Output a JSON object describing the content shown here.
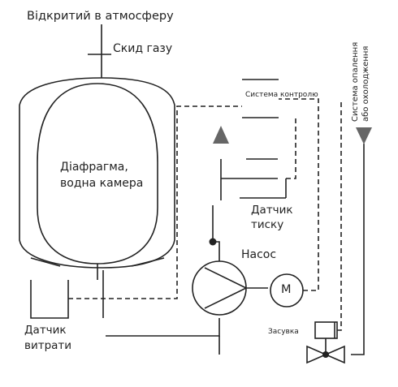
{
  "labels": {
    "vent_open": "Відкритий в атмосферу",
    "gas_release": "Скид газу",
    "diaphragm_line1": "Діафрагма,",
    "diaphragm_line2": "водна камера",
    "control_system": "Система контролю",
    "pressure_sensor_line1": "Датчик",
    "pressure_sensor_line2": "тиску",
    "pump": "Насос",
    "motor": "M",
    "flow_sensor_line1": "Датчик",
    "flow_sensor_line2": "витрати",
    "valve": "Засувка",
    "heating_system_line1": "Система опалення",
    "heating_system_line2": "або охолодження"
  },
  "colors": {
    "line": "#222222",
    "arrow_fill": "#666666",
    "background": "#ffffff"
  }
}
